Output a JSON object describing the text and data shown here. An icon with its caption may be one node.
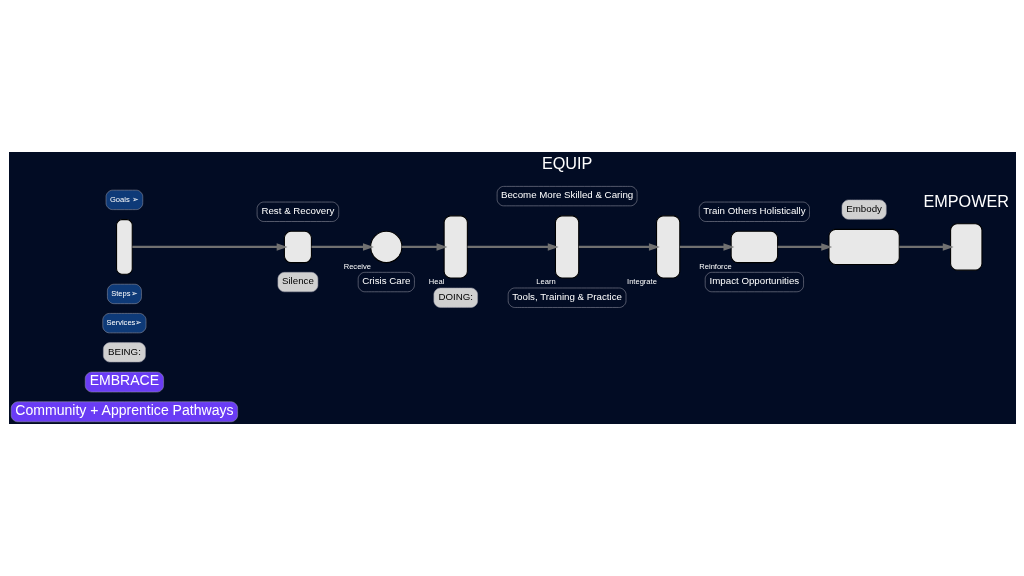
{
  "diagram": {
    "nodes": [
      {
        "text": [
          "Community + Apprentice Pathways"
        ]
      },
      {
        "text": [
          "EMBRACE"
        ]
      },
      {
        "text": [
          "BEING:"
        ]
      },
      {
        "text": [
          "DOING:"
        ]
      },
      {
        "text": [
          "Services➢"
        ]
      },
      {
        "text": [
          "Crisis Care"
        ]
      },
      {
        "text": [
          "Tools, Training & Practice"
        ]
      },
      {
        "text": [
          "Impact Opportunities"
        ]
      },
      {
        "text": [
          "Steps➢"
        ]
      },
      {
        "text": [
          "Silence"
        ]
      },
      {
        "text": [],
        "shape": "box"
      },
      {
        "text": [],
        "shape": "box"
      },
      {
        "text": [],
        "shape": "circle",
        "beside": [
          "Receive"
        ]
      },
      {
        "text": [],
        "shape": "box",
        "beside": [
          "Heal"
        ]
      },
      {
        "text": [],
        "shape": "box",
        "beside": [
          "Learn"
        ]
      },
      {
        "text": [],
        "shape": "box",
        "beside": [
          "Integrate"
        ]
      },
      {
        "text": [],
        "shape": "box",
        "beside": [
          "Reinforce"
        ]
      },
      {
        "text": [
          "Embody"
        ]
      },
      {
        "text": [],
        "shape": "box"
      },
      {
        "text": [],
        "shape": "box"
      },
      {
        "text": [
          "Goals ➢"
        ]
      },
      {
        "text": [
          "Rest & Recovery"
        ]
      },
      {
        "text": [
          "Become More Skilled & Caring"
        ]
      },
      {
        "text": [
          "Train Others Holistically"
        ]
      }
    ],
    "edges": [
      {
        "from": 10,
        "to": 11,
        "arrow": "to"
      },
      {
        "from": 11,
        "to": 12,
        "arrow": "to"
      },
      {
        "from": 12,
        "to": 13,
        "arrow": "to"
      },
      {
        "from": 13,
        "to": 14,
        "arrow": "to"
      },
      {
        "from": 14,
        "to": 15,
        "arrow": "to"
      },
      {
        "from": 15,
        "to": 16,
        "arrow": "to"
      },
      {
        "from": 16,
        "to": 18,
        "arrow": "to"
      },
      {
        "from": 18,
        "to": 19,
        "arrow": "to"
      }
    ],
    "labels": [
      "EMPOWER",
      "EQUIP"
    ]
  }
}
